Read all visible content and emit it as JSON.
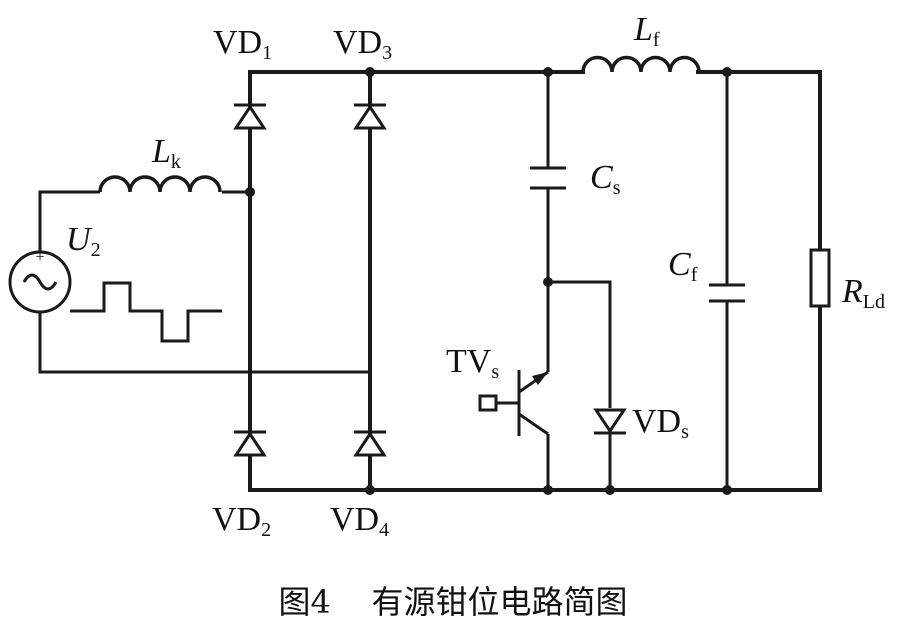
{
  "labels": {
    "vd1": {
      "base": "VD",
      "sub": "1"
    },
    "vd3": {
      "base": "VD",
      "sub": "3"
    },
    "vd2": {
      "base": "VD",
      "sub": "2"
    },
    "vd4": {
      "base": "VD",
      "sub": "4"
    },
    "vds": {
      "base": "VD",
      "sub": "s"
    },
    "lk": {
      "base": "L",
      "sub": "k"
    },
    "lf": {
      "base": "L",
      "sub": "f"
    },
    "cs": {
      "base": "C",
      "sub": "s"
    },
    "cf": {
      "base": "C",
      "sub": "f"
    },
    "u2": {
      "base": "U",
      "sub": "2"
    },
    "tvs": {
      "base": "TV",
      "sub": "s"
    },
    "rld": {
      "base": "R",
      "sub": "Ld"
    }
  },
  "caption": "图4    有源钳位电路简图"
}
